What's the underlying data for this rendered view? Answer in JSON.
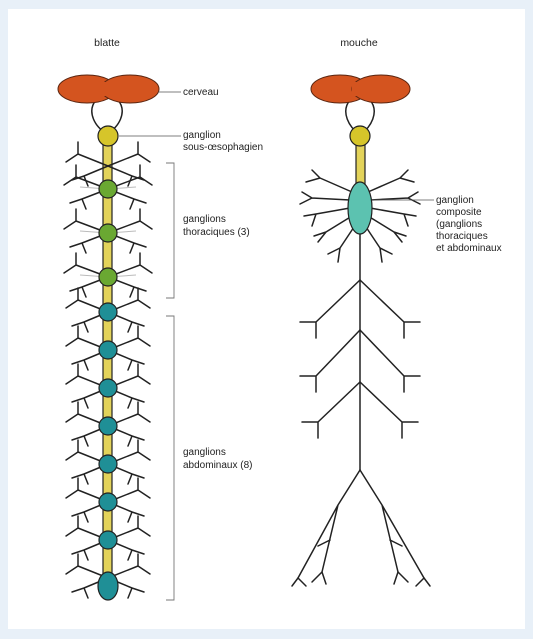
{
  "titles": {
    "left": "blatte",
    "right": "mouche"
  },
  "labels": {
    "cerveau": "cerveau",
    "sub1": "ganglion",
    "sub2": "sous-œsophagien",
    "thor1": "ganglions",
    "thor2": "thoraciques (3)",
    "abd1": "ganglions",
    "abd2": "abdominaux (8)",
    "comp1": "ganglion",
    "comp2": "composite",
    "comp3": "(ganglions",
    "comp4": "thoraciques",
    "comp5": "et abdominaux"
  },
  "colors": {
    "brain": "#d4541f",
    "subesophageal": "#d6c52a",
    "thoracic": "#6aa832",
    "abdominal": "#1f8f96",
    "composite": "#5cc2b0",
    "cord": "#e3d35a"
  },
  "counts": {
    "thoracic_ganglia": 3,
    "abdominal_ganglia": 8
  }
}
